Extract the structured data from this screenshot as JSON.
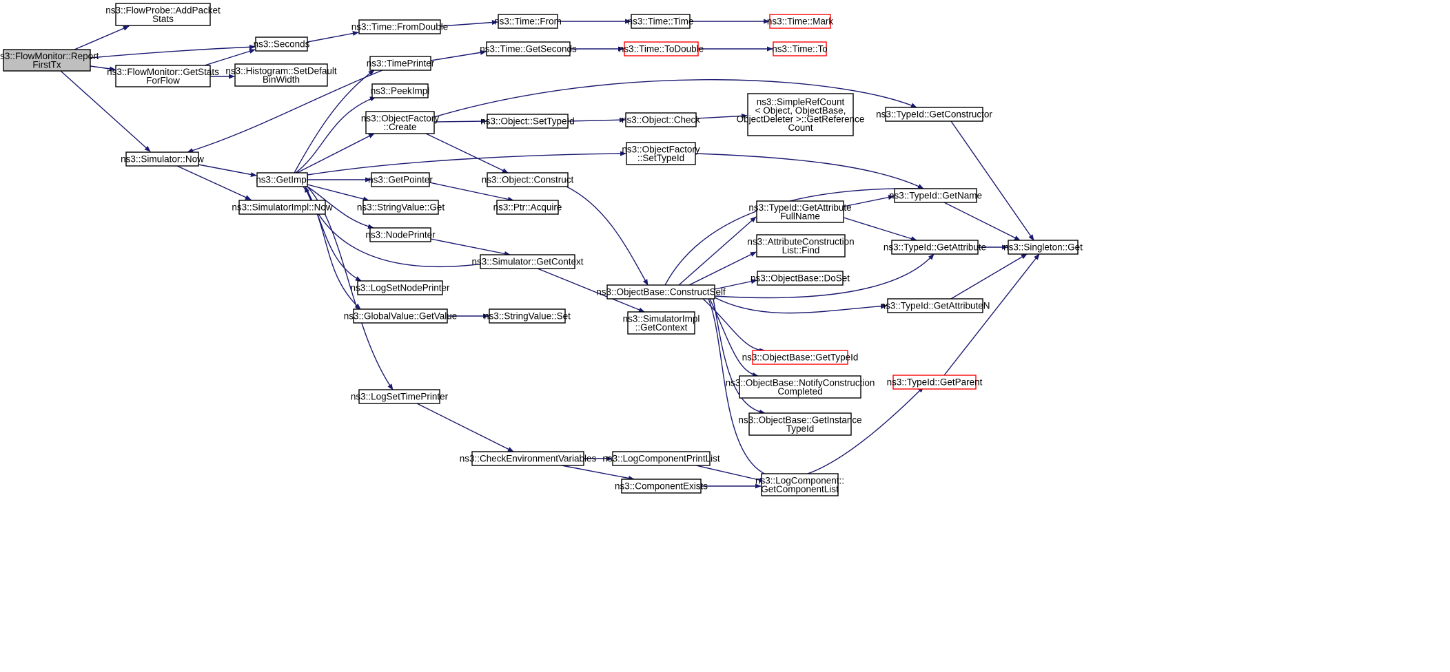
{
  "colors": {
    "edge": "#191970",
    "root_fill": "#bfbfbf",
    "truncated_border": "#ff0000",
    "border": "#000000"
  },
  "nodes": {
    "report_first_tx": {
      "lines": [
        "ns3::FlowMonitor::Report",
        "FirstTx"
      ],
      "style": "root"
    },
    "add_packet_stats": {
      "lines": [
        "ns3::FlowProbe::AddPacket",
        "Stats"
      ]
    },
    "seconds": {
      "lines": [
        "ns3::Seconds"
      ]
    },
    "get_stats_for_flow": {
      "lines": [
        "ns3::FlowMonitor::GetStats",
        "ForFlow"
      ]
    },
    "set_default_bin_width": {
      "lines": [
        "ns3::Histogram::SetDefault",
        "BinWidth"
      ]
    },
    "simulator_now": {
      "lines": [
        "ns3::Simulator::Now"
      ]
    },
    "from_double": {
      "lines": [
        "ns3::Time::FromDouble"
      ]
    },
    "time_from": {
      "lines": [
        "ns3::Time::From"
      ]
    },
    "time_time": {
      "lines": [
        "ns3::Time::Time"
      ]
    },
    "time_mark": {
      "lines": [
        "ns3::Time::Mark"
      ],
      "style": "red"
    },
    "time_printer": {
      "lines": [
        "ns3::TimePrinter"
      ]
    },
    "time_get_seconds": {
      "lines": [
        "ns3::Time::GetSeconds"
      ]
    },
    "time_to_double": {
      "lines": [
        "ns3::Time::ToDouble"
      ],
      "style": "red"
    },
    "time_to": {
      "lines": [
        "ns3::Time::To"
      ],
      "style": "red"
    },
    "peek_impl": {
      "lines": [
        "ns3::PeekImpl"
      ]
    },
    "object_factory_create": {
      "lines": [
        "ns3::ObjectFactory",
        "::Create"
      ]
    },
    "object_set_type_id": {
      "lines": [
        "ns3::Object::SetTypeId"
      ]
    },
    "object_check": {
      "lines": [
        "ns3::Object::Check"
      ]
    },
    "simple_ref_count": {
      "lines": [
        "ns3::SimpleRefCount",
        "< Object, ObjectBase,",
        "ObjectDeleter >::GetReference",
        "Count"
      ]
    },
    "type_id_get_constructor": {
      "lines": [
        "ns3::TypeId::GetConstructor"
      ]
    },
    "get_impl": {
      "lines": [
        "ns3::GetImpl"
      ]
    },
    "object_factory_set_type_id": {
      "lines": [
        "ns3::ObjectFactory",
        "::SetTypeId"
      ]
    },
    "simulator_impl_now": {
      "lines": [
        "ns3::SimulatorImpl::Now"
      ]
    },
    "get_pointer": {
      "lines": [
        "ns3::GetPointer"
      ]
    },
    "object_construct": {
      "lines": [
        "ns3::Object::Construct"
      ]
    },
    "string_value_get": {
      "lines": [
        "ns3::StringValue::Get"
      ]
    },
    "ptr_acquire": {
      "lines": [
        "ns3::Ptr::Acquire"
      ]
    },
    "type_id_get_name": {
      "lines": [
        "ns3::TypeId::GetName"
      ]
    },
    "get_attribute_full_name": {
      "lines": [
        "ns3::TypeId::GetAttribute",
        "FullName"
      ]
    },
    "node_printer": {
      "lines": [
        "ns3::NodePrinter"
      ]
    },
    "attribute_construction_list_find": {
      "lines": [
        "ns3::AttributeConstruction",
        "List::Find"
      ]
    },
    "type_id_get_attribute": {
      "lines": [
        "ns3::TypeId::GetAttribute"
      ]
    },
    "singleton_get": {
      "lines": [
        "ns3::Singleton::Get"
      ]
    },
    "simulator_get_context": {
      "lines": [
        "ns3::Simulator::GetContext"
      ]
    },
    "log_set_node_printer": {
      "lines": [
        "ns3::LogSetNodePrinter"
      ]
    },
    "object_base_do_set": {
      "lines": [
        "ns3::ObjectBase::DoSet"
      ]
    },
    "object_base_construct_self": {
      "lines": [
        "ns3::ObjectBase::ConstructSelf"
      ]
    },
    "type_id_get_attribute_n": {
      "lines": [
        "ns3::TypeId::GetAttributeN"
      ]
    },
    "global_value_get_value": {
      "lines": [
        "ns3::GlobalValue::GetValue"
      ]
    },
    "string_value_set": {
      "lines": [
        "ns3::StringValue::Set"
      ]
    },
    "simulator_impl_get_context": {
      "lines": [
        "ns3::SimulatorImpl",
        "::GetContext"
      ]
    },
    "object_base_get_type_id": {
      "lines": [
        "ns3::ObjectBase::GetTypeId"
      ],
      "style": "red"
    },
    "type_id_get_parent": {
      "lines": [
        "ns3::TypeId::GetParent"
      ],
      "style": "red"
    },
    "notify_construction_completed": {
      "lines": [
        "ns3::ObjectBase::NotifyConstruction",
        "Completed"
      ]
    },
    "log_set_time_printer": {
      "lines": [
        "ns3::LogSetTimePrinter"
      ]
    },
    "get_instance_type_id": {
      "lines": [
        "ns3::ObjectBase::GetInstance",
        "TypeId"
      ]
    },
    "check_environment_variables": {
      "lines": [
        "ns3::CheckEnvironmentVariables"
      ]
    },
    "log_component_print_list": {
      "lines": [
        "ns3::LogComponentPrintList"
      ]
    },
    "log_component_get_component_list": {
      "lines": [
        "ns3::LogComponent::",
        "GetComponentList"
      ]
    },
    "component_exists": {
      "lines": [
        "ns3::ComponentExists"
      ]
    }
  },
  "edges": [
    [
      "report_first_tx",
      "add_packet_stats"
    ],
    [
      "report_first_tx",
      "seconds"
    ],
    [
      "report_first_tx",
      "get_stats_for_flow"
    ],
    [
      "report_first_tx",
      "simulator_now"
    ],
    [
      "get_stats_for_flow",
      "seconds"
    ],
    [
      "get_stats_for_flow",
      "set_default_bin_width"
    ],
    [
      "seconds",
      "from_double"
    ],
    [
      "from_double",
      "time_from"
    ],
    [
      "time_from",
      "time_time"
    ],
    [
      "time_time",
      "time_mark"
    ],
    [
      "simulator_now",
      "get_impl"
    ],
    [
      "simulator_now",
      "simulator_impl_now"
    ],
    [
      "get_impl",
      "time_printer"
    ],
    [
      "get_impl",
      "peek_impl"
    ],
    [
      "get_impl",
      "object_factory_create"
    ],
    [
      "get_impl",
      "object_factory_set_type_id"
    ],
    [
      "get_impl",
      "get_pointer"
    ],
    [
      "get_impl",
      "string_value_get"
    ],
    [
      "get_impl",
      "node_printer"
    ],
    [
      "get_impl",
      "log_set_node_printer"
    ],
    [
      "get_impl",
      "global_value_get_value"
    ],
    [
      "get_impl",
      "log_set_time_printer"
    ],
    [
      "time_printer",
      "simulator_now"
    ],
    [
      "time_printer",
      "time_get_seconds"
    ],
    [
      "time_get_seconds",
      "time_to_double"
    ],
    [
      "time_to_double",
      "time_to"
    ],
    [
      "object_factory_create",
      "object_set_type_id"
    ],
    [
      "object_factory_create",
      "object_construct"
    ],
    [
      "object_factory_create",
      "type_id_get_constructor"
    ],
    [
      "object_set_type_id",
      "object_check"
    ],
    [
      "object_check",
      "simple_ref_count"
    ],
    [
      "type_id_get_constructor",
      "singleton_get"
    ],
    [
      "object_factory_set_type_id",
      "type_id_get_name"
    ],
    [
      "get_pointer",
      "ptr_acquire"
    ],
    [
      "object_construct",
      "object_base_construct_self"
    ],
    [
      "node_printer",
      "simulator_get_context"
    ],
    [
      "simulator_get_context",
      "get_impl"
    ],
    [
      "simulator_get_context",
      "simulator_impl_get_context"
    ],
    [
      "global_value_get_value",
      "string_value_set"
    ],
    [
      "object_base_construct_self",
      "type_id_get_name"
    ],
    [
      "object_base_construct_self",
      "get_attribute_full_name"
    ],
    [
      "object_base_construct_self",
      "attribute_construction_list_find"
    ],
    [
      "object_base_construct_self",
      "object_base_do_set"
    ],
    [
      "object_base_construct_self",
      "type_id_get_attribute"
    ],
    [
      "object_base_construct_self",
      "type_id_get_attribute_n"
    ],
    [
      "object_base_construct_self",
      "object_base_get_type_id"
    ],
    [
      "object_base_construct_self",
      "notify_construction_completed"
    ],
    [
      "object_base_construct_self",
      "get_instance_type_id"
    ],
    [
      "object_base_construct_self",
      "type_id_get_parent"
    ],
    [
      "get_attribute_full_name",
      "type_id_get_name"
    ],
    [
      "get_attribute_full_name",
      "type_id_get_attribute"
    ],
    [
      "type_id_get_name",
      "singleton_get"
    ],
    [
      "type_id_get_attribute",
      "singleton_get"
    ],
    [
      "type_id_get_attribute_n",
      "singleton_get"
    ],
    [
      "type_id_get_parent",
      "singleton_get"
    ],
    [
      "log_set_time_printer",
      "check_environment_variables"
    ],
    [
      "check_environment_variables",
      "log_component_print_list"
    ],
    [
      "check_environment_variables",
      "component_exists"
    ],
    [
      "log_component_print_list",
      "log_component_get_component_list"
    ],
    [
      "component_exists",
      "log_component_get_component_list"
    ]
  ]
}
